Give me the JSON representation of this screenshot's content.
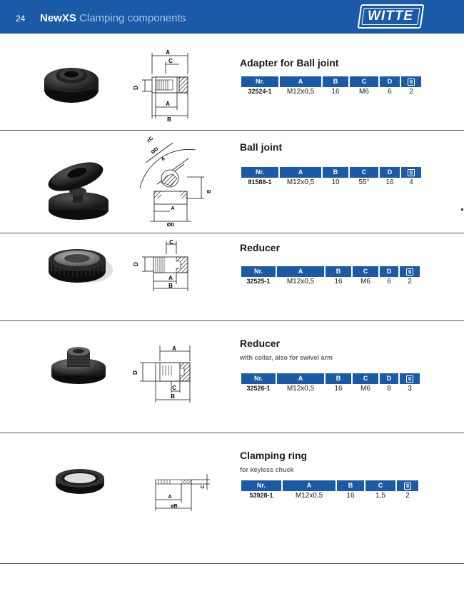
{
  "header": {
    "page_number": "24",
    "brand_bold": "NewXS",
    "brand_sub": "Clamping components",
    "logo_text": "WITTE",
    "color": "#1a5aa6"
  },
  "products": [
    {
      "title": "Adapter for Ball joint",
      "subtitle": "",
      "columns": [
        "Nr.",
        "A",
        "B",
        "C",
        "D",
        "weight-icon"
      ],
      "row": [
        "32524-1",
        "M12x0,5",
        "16",
        "M6",
        "6",
        "2"
      ],
      "drawing_labels": {
        "a": "A",
        "c": "C",
        "d": "D",
        "a2": "A",
        "b": "B"
      }
    },
    {
      "title": "Ball joint",
      "subtitle": "",
      "columns": [
        "Nr.",
        "A",
        "B",
        "C",
        "D",
        "weight-icon"
      ],
      "row": [
        "81588-1",
        "M12x0,5",
        "10",
        "55°",
        "16",
        "4"
      ],
      "drawing_labels": {
        "c": "±C",
        "d": "ØD",
        "a": "A",
        "b": "B",
        "a2": "A",
        "d2": "ØD"
      }
    },
    {
      "title": "Reducer",
      "subtitle": "",
      "columns": [
        "Nr.",
        "A",
        "B",
        "C",
        "D",
        "weight-icon"
      ],
      "row": [
        "32525-1",
        "M12x0,5",
        "16",
        "M6",
        "6",
        "2"
      ],
      "drawing_labels": {
        "c": "C",
        "d": "D",
        "a": "A",
        "b": "B"
      }
    },
    {
      "title": "Reducer",
      "subtitle": "with collar, also for swivel arm",
      "columns": [
        "Nr.",
        "A",
        "B",
        "C",
        "D",
        "weight-icon"
      ],
      "row": [
        "32526-1",
        "M12x0,5",
        "16",
        "M6",
        "8",
        "3"
      ],
      "drawing_labels": {
        "a": "A",
        "d": "D",
        "c": "C",
        "b": "B"
      }
    },
    {
      "title": "Clamping ring",
      "subtitle": "for keyless chuck",
      "columns": [
        "Nr.",
        "A",
        "B",
        "C",
        "weight-icon"
      ],
      "row": [
        "53928-1",
        "M12x0,5",
        "16",
        "1,5",
        "2"
      ],
      "drawing_labels": {
        "c": "C",
        "a": "A",
        "b": "øB"
      }
    }
  ],
  "weight_symbol": "g"
}
